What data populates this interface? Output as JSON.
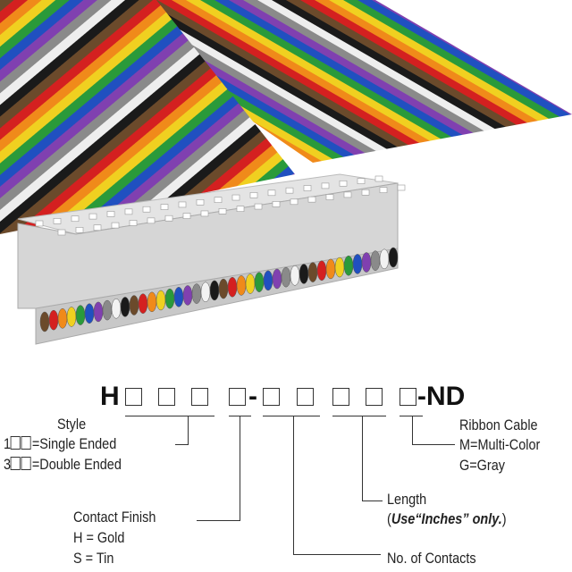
{
  "part_number": {
    "prefix": "H",
    "dash": "-",
    "suffix": "-ND"
  },
  "style": {
    "title": "Style",
    "single": "=Single Ended",
    "single_code": "1",
    "double": "=Double Ended",
    "double_code": "3"
  },
  "ribbon": {
    "title": "Ribbon Cable",
    "multi": "M=Multi-Color",
    "gray": "G=Gray"
  },
  "length": {
    "title": "Length",
    "note_open": "(",
    "note_bold": "Use“Inches” only.",
    "note_close": ")"
  },
  "finish": {
    "title": "Contact Finish",
    "gold": "H = Gold",
    "tin": "S = Tin"
  },
  "contacts": {
    "title": "No. of Contacts"
  },
  "wire_colors": [
    "#6b4a2b",
    "#d42020",
    "#f08a1a",
    "#f0d020",
    "#2a9a3a",
    "#2050c0",
    "#8040b0",
    "#8a8a8a",
    "#f2f2f2",
    "#1a1a1a"
  ]
}
